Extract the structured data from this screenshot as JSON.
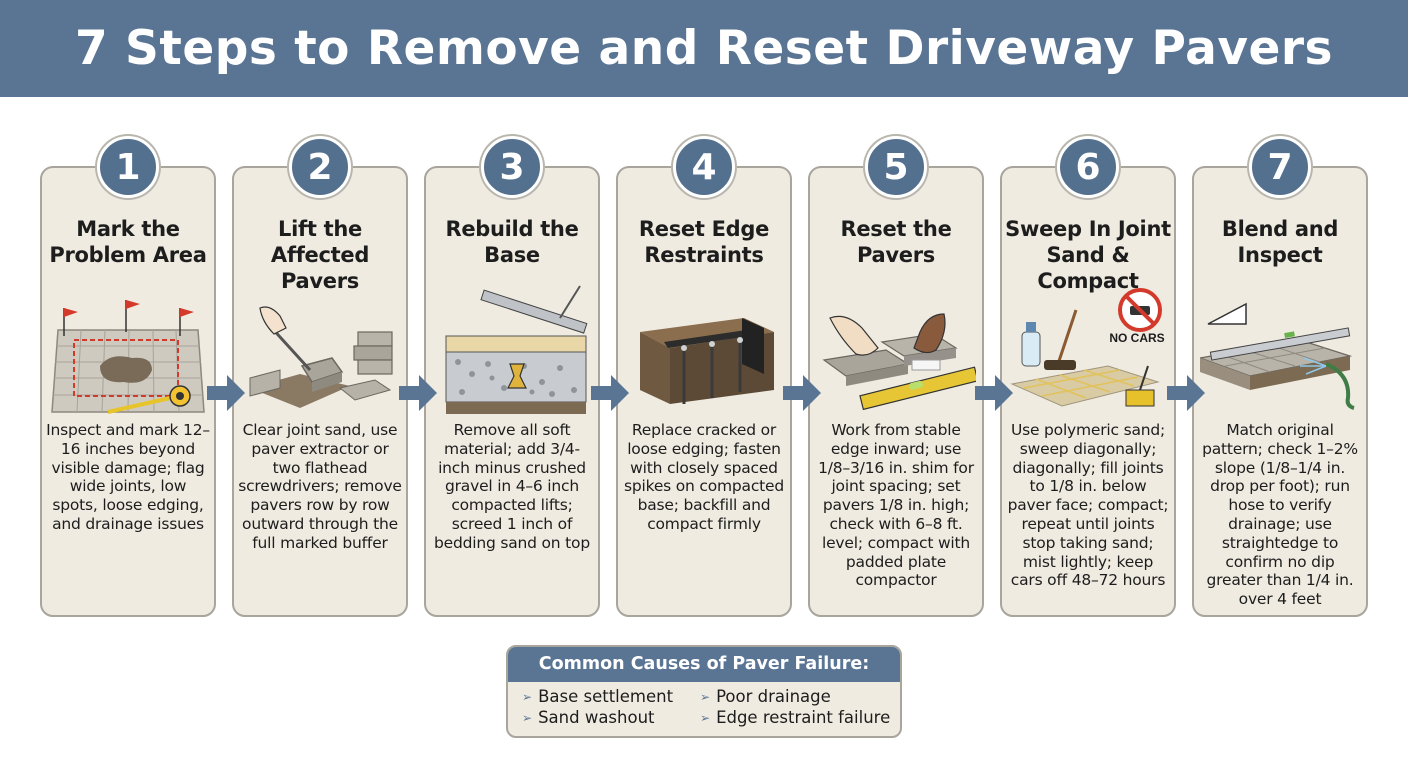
{
  "header": {
    "title": "7 Steps to Remove and Reset Driveway Pavers"
  },
  "steps": [
    {
      "number": "1",
      "title": "Mark the\nProblem Area",
      "description": "Inspect and mark 12–16 inches beyond visible damage; flag wide joints, low spots, loose edging, and drainage issues"
    },
    {
      "number": "2",
      "title": "Lift the\nAffected\nPavers",
      "description": "Clear joint sand, use paver extractor or two flathead screwdrivers; remove pavers row by row outward through the full marked buffer"
    },
    {
      "number": "3",
      "title": "Rebuild the\nBase",
      "description": "Remove all soft material; add 3/4-inch minus crushed gravel in 4–6 inch compacted lifts; screed 1 inch of bedding sand on top"
    },
    {
      "number": "4",
      "title": "Reset Edge\nRestraints",
      "description": "Replace cracked or loose edging; fasten with closely spaced spikes on compacted base; backfill and compact firmly"
    },
    {
      "number": "5",
      "title": "Reset the\nPavers",
      "description": "Work from stable edge inward; use 1/8–3/16 in. shim for joint spacing; set pavers 1/8 in. high; check with 6–8 ft. level; compact with padded plate compactor"
    },
    {
      "number": "6",
      "title": "Sweep In Joint\nSand & Compact",
      "description": "Use polymeric sand; sweep diagonally; diagonally; fill joints to 1/8 in. below paver face; compact; repeat until joints stop taking sand; mist lightly; keep cars off 48–72 hours",
      "sign_text": "NO CARS"
    },
    {
      "number": "7",
      "title": "Blend and\nInspect",
      "description": "Match original pattern; check 1–2% slope (1/8–1/4 in. drop per foot); run hose to verify drainage; use straightedge to confirm no dip greater than 1/4 in. over 4 feet"
    }
  ],
  "causes": {
    "title": "Common Causes of Paver Failure:",
    "items": [
      "Base settlement",
      "Poor drainage",
      "Sand washout",
      "Edge restraint failure"
    ]
  },
  "colors": {
    "header": "#5a7594",
    "badge": "#54708f",
    "card": "#efebe1",
    "border": "#a7a59c",
    "arrow": "#5a7594"
  }
}
